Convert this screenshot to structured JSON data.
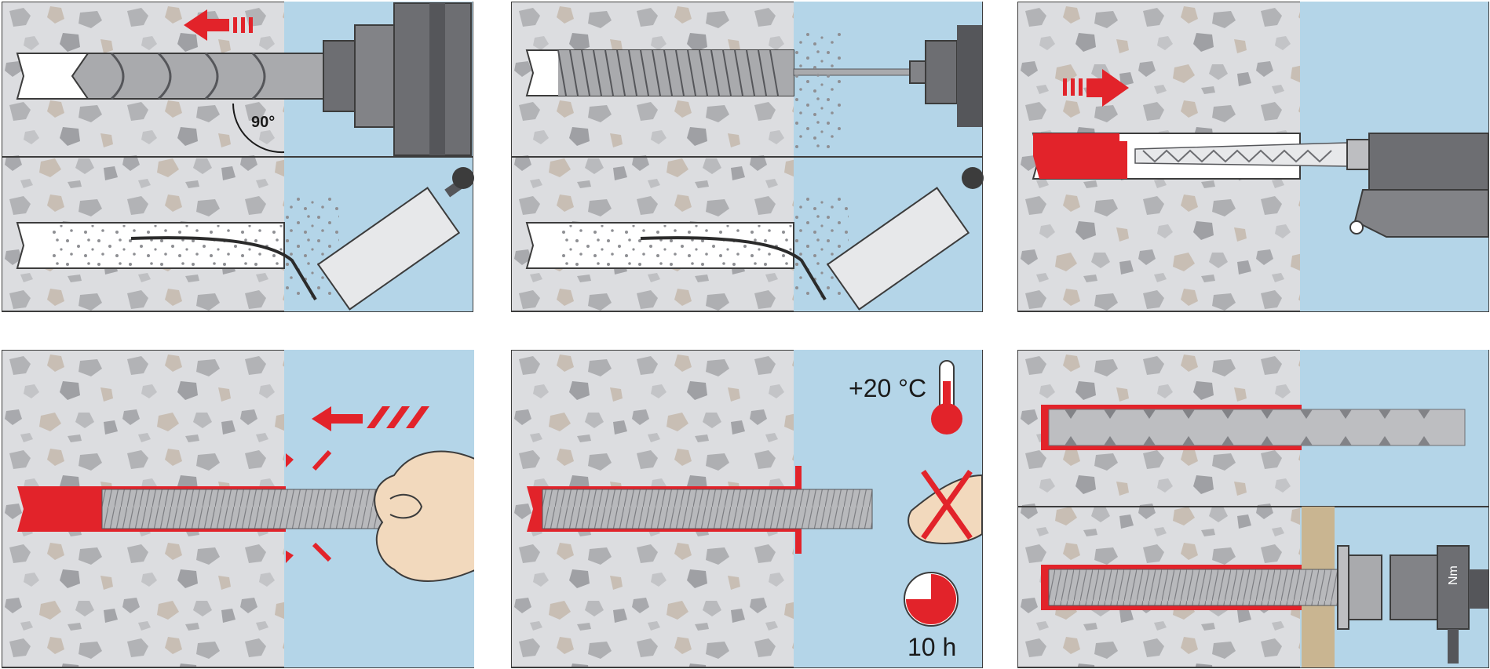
{
  "steps": [
    {
      "id": 1,
      "name": "drill-hole",
      "annotations": {
        "angle": "90°"
      }
    },
    {
      "id": 2,
      "name": "brush-clean-hole"
    },
    {
      "id": 3,
      "name": "inject-mortar"
    },
    {
      "id": 4,
      "name": "insert-threaded-rod"
    },
    {
      "id": 5,
      "name": "curing",
      "annotations": {
        "temperature": "+20 °C",
        "time": "10 h"
      }
    },
    {
      "id": 6,
      "name": "load-and-torque",
      "annotations": {
        "wrench_label": "Nm"
      }
    }
  ],
  "colors": {
    "concrete": "#dcdde0",
    "air": "#b4d5e8",
    "mortar": "#e2232a",
    "steel": "#a9aaad",
    "outline": "#3c3c3c",
    "skin": "#f2d9bd",
    "fixture": "#c9b591"
  },
  "icons": [
    "drill-bit-icon",
    "blow-pump-icon",
    "wire-brush-icon",
    "injection-gun-icon",
    "direction-arrow-icon",
    "thermometer-icon",
    "clock-icon",
    "do-not-touch-icon",
    "torque-wrench-icon",
    "hand-icon"
  ]
}
